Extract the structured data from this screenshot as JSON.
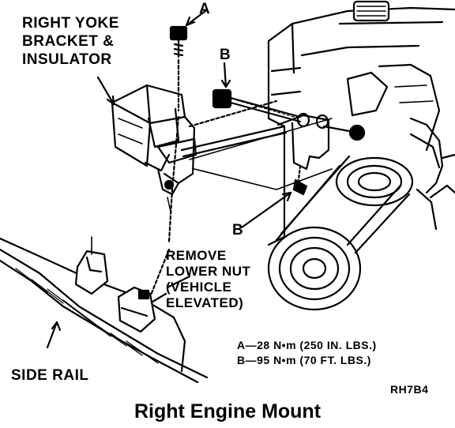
{
  "labels": {
    "yoke": [
      "RIGHT YOKE",
      "BRACKET &",
      "INSULATOR"
    ],
    "callout_a": "A",
    "callout_b_top": "B",
    "callout_b_lower": "B",
    "remove_note": [
      "REMOVE",
      "LOWER NUT",
      "(VEHICLE",
      "ELEVATED)"
    ],
    "side_rail": "SIDE RAIL",
    "torque": [
      "A—28 N•m (250 IN. LBS.)",
      "B—95 N•m (70 FT. LBS.)"
    ],
    "figure_code": "RH7B4"
  },
  "caption": "Right Engine Mount",
  "colors": {
    "ink": "#000000",
    "paper": "#ffffff"
  }
}
